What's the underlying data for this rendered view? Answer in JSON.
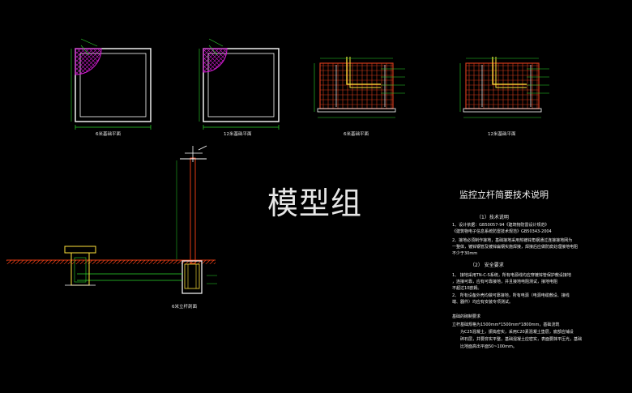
{
  "watermark": "模型组",
  "drawings": {
    "plan_6m_label": "6米基础平面",
    "plan_12m_label": "12米基础平面",
    "section_6m_label": "6米基础平面",
    "section_12m_label": "12米基础平面",
    "elevation_label": "6米立杆剖面"
  },
  "notes": {
    "title": "监控立杆简要技术说明",
    "section1_heading": "（1）技术说明",
    "section1_lines": [
      "1、设计依据：GB50057-94《建筑物防雷设计规范》",
      "《建筑物电子信息系统防雷技术规范》GB50343-2004",
      "2、接地必须制作接地，基础接地采用热镀锌角钢通过连接接地网为",
      "一整体，镀锌钢管及镀锌扁钢实施焊接，焊接后应做防腐处理接地电阻",
      "不少于30mm"
    ],
    "section2_heading": "（2）  安全要求",
    "section2_lines": [
      "1、    接地采用TN-C-S系统，所有电源线均应穿镀锌管保护敷设接地",
      "    ，连接可靠，应有可靠接地，并且接地电阻测试，接地电阻",
      "    不超过10欧姆。",
      "2、    所有设备外壳均做可靠接地，所有电源（电源电缆敷设、接线",
      "    端、器件）均应有安装专项测试。"
    ],
    "section3_heading": "基础的砌制要求",
    "section3_lines": [
      "          立杆基础规格为1500mm*1500mm*1800mm，基础浇筑",
      "为C25混凝土，振捣密实，采用C20素混凝土垫层，底部应铺设",
      "碎石层，并要夯实平整，基础混凝土应密实，表面要抹平压光，基础",
      "比地面高出平面50~100mm。"
    ]
  }
}
